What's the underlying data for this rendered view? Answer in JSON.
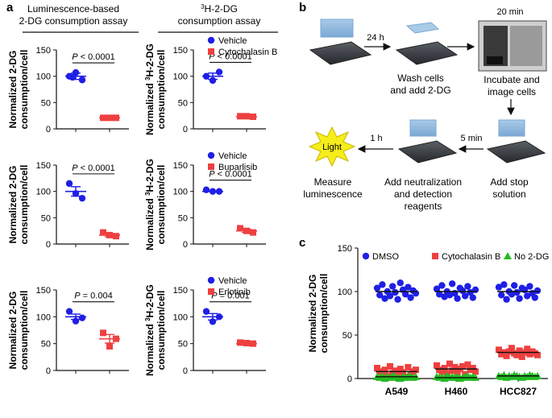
{
  "panel_labels": {
    "a": "a",
    "b": "b",
    "c": "c"
  },
  "colors": {
    "vehicle": "#1f1fe6",
    "treated": "#ee4040",
    "no2dg": "#22bb22",
    "text": "#111111"
  },
  "panel_a": {
    "col1_title_line1": "Luminescence-based",
    "col1_title_line2": "2-DG consumption assay",
    "col2_title_sup": "3",
    "col2_title_line1": "H-2-DG",
    "col2_title_line2": "consumption assay",
    "ylabel_lum_line1": "Normalized 2-DG",
    "ylabel_lum_line2": "consumption/cell",
    "ylabel_h3_sup": "3",
    "ylabel_h3_line1_rest": "H-2-DG",
    "ylabel_h3_line1_pre": "Normalized ",
    "ylabel_h3_line2": "consumption/cell",
    "yticks": [
      "0",
      "50",
      "100",
      "150"
    ]
  },
  "chart_data": [
    {
      "type": "scatter",
      "id": "a1",
      "ylim": [
        0,
        150
      ],
      "series": [
        {
          "group": "vehicle",
          "values": [
            100,
            107,
            93,
            98
          ],
          "mean": 100,
          "sem": 6
        },
        {
          "group": "treated",
          "values": [
            21,
            21,
            21
          ],
          "mean": 21,
          "sem": 1
        }
      ],
      "annotation": {
        "label": "P",
        "text": " < 0.0001"
      }
    },
    {
      "type": "scatter",
      "id": "a2",
      "ylim": [
        0,
        150
      ],
      "legend": [
        "Vehicle",
        "Cytochalasin B"
      ],
      "series": [
        {
          "group": "vehicle",
          "values": [
            100,
            108,
            92
          ],
          "mean": 100,
          "sem": 6
        },
        {
          "group": "treated",
          "values": [
            24,
            23,
            24
          ],
          "mean": 23,
          "sem": 2
        }
      ],
      "annotation": {
        "label": "P",
        "text": " < 0.0001"
      }
    },
    {
      "type": "scatter",
      "id": "a3",
      "ylim": [
        0,
        150
      ],
      "series": [
        {
          "group": "vehicle",
          "values": [
            115,
            87,
            96
          ],
          "mean": 100,
          "sem": 9
        },
        {
          "group": "treated",
          "values": [
            22,
            15,
            17
          ],
          "mean": 17,
          "sem": 3
        }
      ],
      "annotation": {
        "label": "P",
        "text": " < 0.0001"
      }
    },
    {
      "type": "scatter",
      "id": "a4",
      "ylim": [
        0,
        150
      ],
      "legend": [
        "Vehicle",
        "Buparlisib"
      ],
      "series": [
        {
          "group": "vehicle",
          "values": [
            103,
            100,
            100
          ],
          "mean": 100,
          "sem": 1
        },
        {
          "group": "treated",
          "values": [
            30,
            22,
            25
          ],
          "mean": 25,
          "sem": 3
        }
      ],
      "annotation": {
        "label": "P",
        "text": " < 0.0001"
      }
    },
    {
      "type": "scatter",
      "id": "a5",
      "ylim": [
        0,
        150
      ],
      "series": [
        {
          "group": "vehicle",
          "values": [
            110,
            98,
            92
          ],
          "mean": 100,
          "sem": 5
        },
        {
          "group": "treated",
          "values": [
            70,
            59,
            45
          ],
          "mean": 59,
          "sem": 8
        }
      ],
      "annotation": {
        "label": "P",
        "text": " = 0.004"
      }
    },
    {
      "type": "scatter",
      "id": "a6",
      "ylim": [
        0,
        150
      ],
      "legend": [
        "Vehicle",
        "Erlotinib"
      ],
      "series": [
        {
          "group": "vehicle",
          "values": [
            110,
            100,
            91
          ],
          "mean": 100,
          "sem": 6
        },
        {
          "group": "treated",
          "values": [
            52,
            50,
            51
          ],
          "mean": 50,
          "sem": 1
        }
      ],
      "annotation": {
        "label": "P",
        "text": " = 0.001"
      }
    },
    {
      "type": "scatter",
      "id": "c",
      "ylim": [
        0,
        150
      ],
      "ylabel_line1": "Normalized 2-DG",
      "ylabel_line2": "consumption/cell",
      "yticks": [
        "0",
        "50",
        "100",
        "150"
      ],
      "categories": [
        "A549",
        "H460",
        "HCC827"
      ],
      "legend": [
        "DMSO",
        "Cytochalasin B",
        "No 2-DG"
      ],
      "series": [
        {
          "name": "DMSO",
          "group": "vehicle",
          "values": [
            [
              104,
              96,
              108,
              92,
              100,
              95,
              106,
              99,
              91,
              110,
              102,
              97,
              105,
              93,
              101,
              98
            ],
            [
              103,
              97,
              107,
              94,
              100,
              96,
              109,
              98,
              92,
              104,
              101,
              95,
              106,
              99,
              93,
              102
            ],
            [
              105,
              96,
              108,
              91,
              100,
              97,
              107,
              99,
              92,
              104,
              102,
              95,
              106,
              98,
              93,
              101
            ]
          ],
          "means": [
            100,
            100,
            100
          ]
        },
        {
          "name": "Cytochalasin B",
          "group": "treated",
          "values": [
            [
              12,
              8,
              5,
              10,
              3,
              14,
              6,
              9,
              4,
              11,
              7,
              2,
              13,
              5,
              8,
              10
            ],
            [
              15,
              10,
              8,
              12,
              6,
              17,
              9,
              13,
              7,
              11,
              14,
              5,
              16,
              10,
              12,
              8
            ],
            [
              33,
              28,
              30,
              26,
              31,
              35,
              29,
              27,
              32,
              25,
              30,
              34,
              28,
              31,
              29,
              27
            ]
          ],
          "means": [
            8,
            11,
            30
          ]
        },
        {
          "name": "No 2-DG",
          "group": "no2dg",
          "values": [
            [
              2,
              1,
              3,
              0,
              2,
              1,
              3,
              2,
              1,
              0,
              2,
              1,
              3,
              2,
              1,
              2
            ],
            [
              2,
              1,
              2,
              0,
              3,
              1,
              2,
              1,
              2,
              0,
              1,
              2,
              3,
              1,
              2,
              1
            ],
            [
              3,
              2,
              4,
              1,
              3,
              2,
              4,
              3,
              2,
              1,
              3,
              2,
              4,
              3,
              2,
              3
            ]
          ],
          "means": [
            2,
            1,
            3
          ]
        }
      ]
    }
  ],
  "panel_b": {
    "time_24h": "24 h",
    "time_20min": "20 min",
    "time_1h": "1 h",
    "time_5min": "5 min",
    "light": "Light",
    "step_wash_line1": "Wash cells",
    "step_wash_line2": "and add 2-DG",
    "step_incubate_line1": "Incubate and",
    "step_incubate_line2": "image cells",
    "step_stop_line1": "Add stop",
    "step_stop_line2": "solution",
    "step_neutral_line1": "Add neutralization",
    "step_neutral_line2": "and detection",
    "step_neutral_line3": "reagents",
    "step_measure_line1": "Measure",
    "step_measure_line2": "luminescence"
  }
}
